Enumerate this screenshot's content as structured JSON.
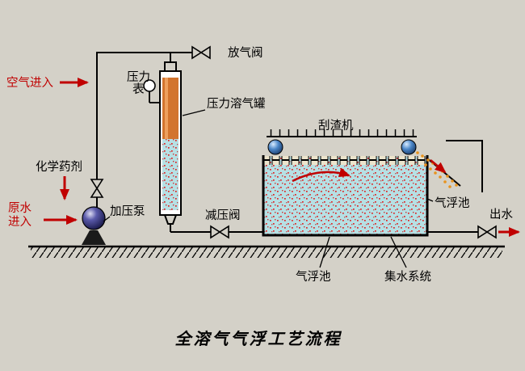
{
  "title": "全溶气气浮工艺流程",
  "labels": {
    "air_in": "空气进入",
    "pressure_gauge_line1": "压力",
    "pressure_gauge_line2": "表",
    "air_release_valve": "放气阀",
    "pressure_dissolving_tank": "压力溶气罐",
    "chemical_agent": "化学药剂",
    "raw_water_line1": "原水",
    "raw_water_line2": "进入",
    "pressure_pump": "加压泵",
    "pressure_reducing_valve": "减压阀",
    "scum_scraper": "刮渣机",
    "flotation_tank_right": "气浮池",
    "flotation_tank_bottom": "气浮池",
    "water_collection_system": "集水系统",
    "water_out": "出水"
  },
  "colors": {
    "background": "#d4d1c8",
    "line": "#000000",
    "arrow_red": "#c00000",
    "tank_water": "#b6e0e4",
    "bubble_dot": "#e02020",
    "column_orange": "#d2742e",
    "scum_orange": "#e8921c",
    "wheel_blue": "#4a86c8",
    "pump_body": "#2a2a6a"
  }
}
